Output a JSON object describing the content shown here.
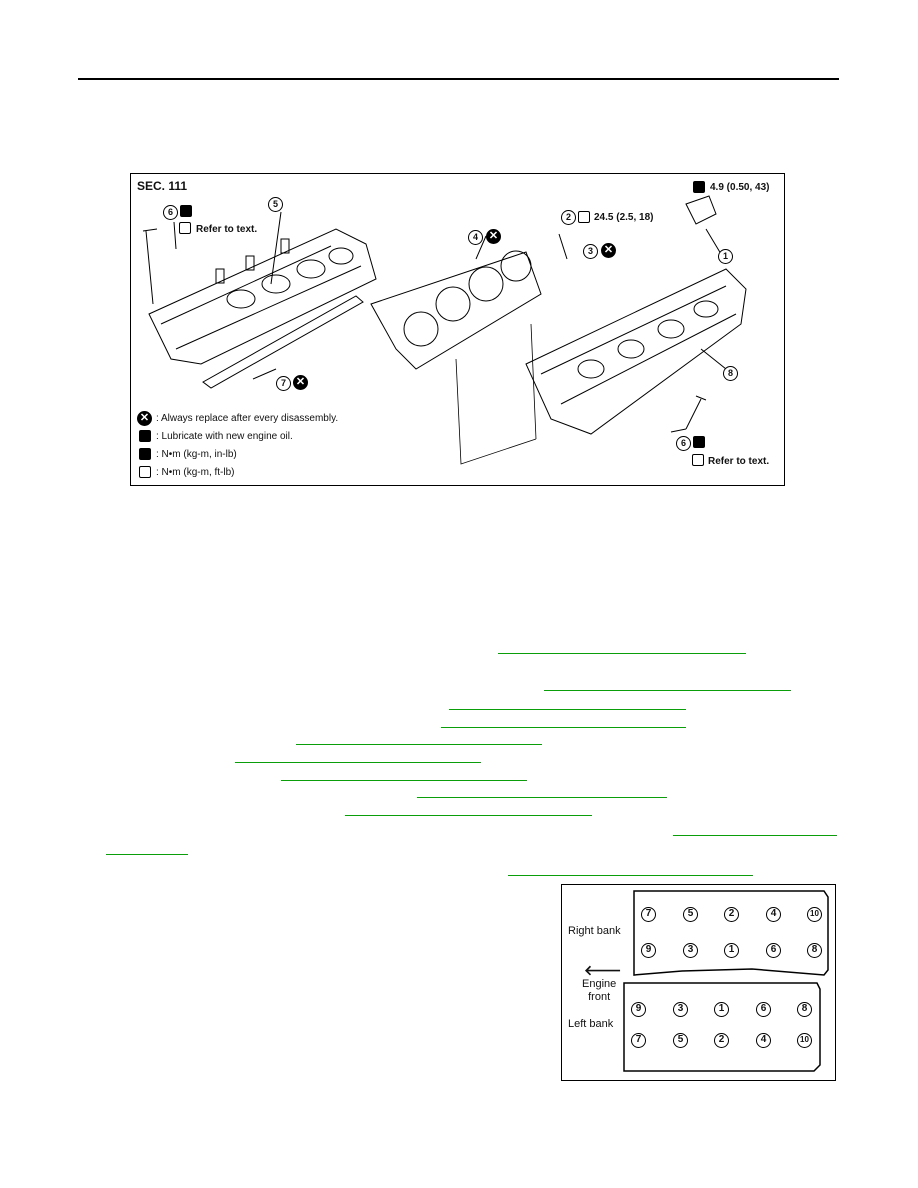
{
  "figure": {
    "section": "SEC. 111",
    "torque_small": "4.9 (0.50, 43)",
    "torque_sensor": "24.5 (2.5, 18)",
    "refer_top": "Refer to text.",
    "refer_bottom": "Refer to text.",
    "callouts": [
      "1",
      "2",
      "3",
      "4",
      "5",
      "6",
      "7",
      "8",
      "6"
    ],
    "legend": [
      ": Always replace after every disassembly.",
      ": Lubricate with new engine oil.",
      ": N•m  (kg-m,  in-lb)",
      ": N•m  (kg-m,  ft-lb)"
    ]
  },
  "links": {
    "color": "#0a9e0a",
    "count": 12
  },
  "torque_diagram": {
    "right_bank_label": "Right bank",
    "left_bank_label": "Left bank",
    "engine_front_label": "Engine\nfront",
    "right_top": [
      "7",
      "5",
      "2",
      "4",
      "10"
    ],
    "right_bottom": [
      "9",
      "3",
      "1",
      "6",
      "8"
    ],
    "left_top": [
      "9",
      "3",
      "1",
      "6",
      "8"
    ],
    "left_bottom": [
      "7",
      "5",
      "2",
      "4",
      "10"
    ]
  }
}
